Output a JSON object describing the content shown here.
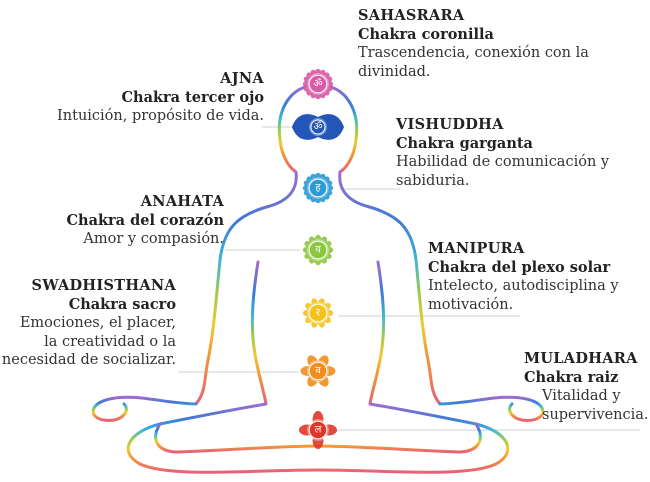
{
  "chakras": [
    {
      "key": "sahasrara",
      "name": "SAHASRARA",
      "title": "Chakra coronilla",
      "desc": [
        "Trascendencia, conexión con la",
        "divinidad."
      ],
      "color": "#d95aa6",
      "symbol": "ॐ",
      "icon": "lotus-thousand-petal-icon"
    },
    {
      "key": "ajna",
      "name": "AJNA",
      "title": "Chakra tercer ojo",
      "desc": [
        "Intuición, propósito de vida."
      ],
      "color": "#2456b8",
      "symbol": "ॐ",
      "icon": "two-petal-eye-icon"
    },
    {
      "key": "vishuddha",
      "name": "VISHUDDHA",
      "title": "Chakra garganta",
      "desc": [
        "Habilidad de comunicación y",
        "sabiduria."
      ],
      "color": "#2a9ad8",
      "symbol": "ह",
      "icon": "sixteen-petal-lotus-icon"
    },
    {
      "key": "anahata",
      "name": "ANAHATA",
      "title": "Chakra del corazón",
      "desc": [
        "Amor y compasión."
      ],
      "color": "#8cc63f",
      "symbol": "य",
      "icon": "twelve-petal-lotus-icon"
    },
    {
      "key": "manipura",
      "name": "MANIPURA",
      "title": "Chakra del plexo solar",
      "desc": [
        "Intelecto, autodisciplina y",
        "motivación."
      ],
      "color": "#f4c21a",
      "symbol": "र",
      "icon": "ten-petal-lotus-icon"
    },
    {
      "key": "swadhisthana",
      "name": "SWADHISTHANA",
      "title": "Chakra sacro",
      "desc": [
        "Emociones, el placer,",
        "la creatividad o la",
        "necesidad de socializar."
      ],
      "color": "#f28c1e",
      "symbol": "व",
      "icon": "six-petal-lotus-icon"
    },
    {
      "key": "muladhara",
      "name": "MULADHARA",
      "title": "Chakra raiz",
      "desc": [
        "Vitalidad y",
        "supervivencia."
      ],
      "color": "#e0362a",
      "symbol": "ल",
      "icon": "four-petal-lotus-icon"
    }
  ],
  "colors": {
    "outline_top": "#9b6fd0",
    "outline_mid": "#4ab6c8",
    "outline_low": "#f0a040",
    "outline_base": "#e8607a",
    "text": "#222222",
    "leader": "#c8c8c8"
  }
}
